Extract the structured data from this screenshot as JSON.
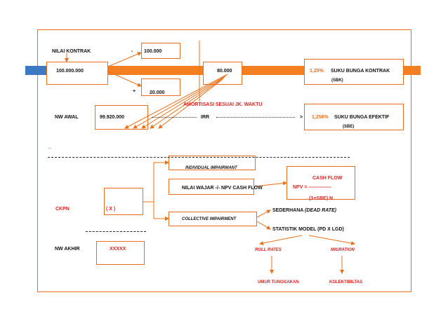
{
  "top": {
    "nilai_kontrak": "NILAI KONTRAK",
    "minus_sign": "-",
    "fee_value": "100.000",
    "kontrak_value": "100.000.000",
    "cash_value": "80.000",
    "plus_sign": "+",
    "plus_value": "20.000",
    "rate_percent": "1,25%",
    "rate_label": "SUKU BUNGA KONTRAK",
    "rate_abbr": "(SBK)",
    "amortisasi": "AMORTISASI SESUAI JK. WAKTU"
  },
  "middle": {
    "nw_awal": "NW AWAL",
    "nw_awal_value": "99.920.000",
    "irr_label": "IRR",
    "arrow_sign": ">",
    "eff_percent": "1,256%",
    "eff_label": "SUKU BUNGA EFEKTIF",
    "eff_abbr": "(SBE)"
  },
  "separator": {
    "mark": "_"
  },
  "impairment": {
    "individual": "INDIVIDUAL IMPAIRMANT",
    "nilai_wajar": "NILAI WAJAR    -/-  NPV CASH FLOW",
    "cash_flow": "CASH FLOW",
    "npv": "NPV = --------------",
    "denominator": "(1+SBE) N",
    "ckpn": "CKPN",
    "x_mark": "(     X      )",
    "collective": "COLLECTIVE IMPAIRMENT",
    "sederhana": "SEDERHANA",
    "dead_rate": "(DEAD RATE)",
    "statistik": "STATISTIK MODEL (PD  X LGD)",
    "nw_akhir": "NW AKHIR",
    "xxxxx": "XXXXX",
    "roll_rates": "ROLL RATES",
    "migration": "MIGRATION",
    "umur": "UMUR TUNGGAKAN",
    "kolektibilitas": "KOLEKTIBILTAS"
  },
  "colors": {
    "frame": "#e8701a",
    "band": "#f47f20",
    "band_left": "#3d78c2",
    "accent_red": "#e0201c"
  }
}
